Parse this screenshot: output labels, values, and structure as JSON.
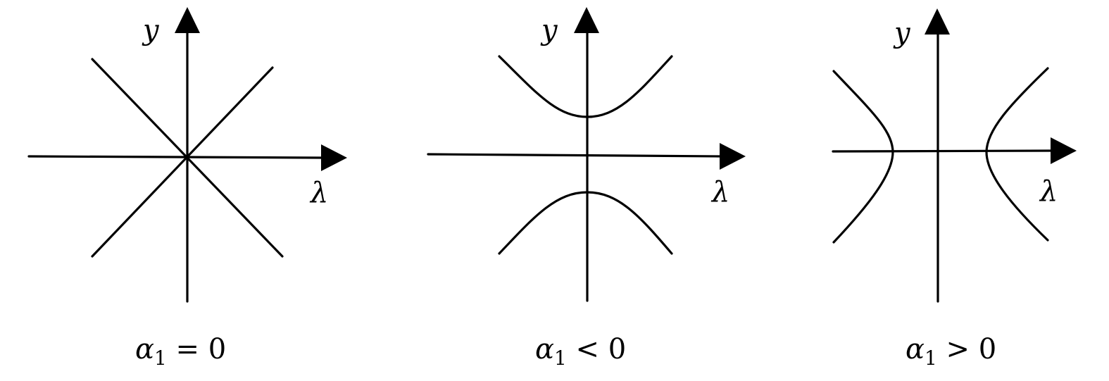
{
  "panels": [
    {
      "case": "alpha1-zero",
      "axis_labels": {
        "x": "λ",
        "y": "y"
      },
      "caption": {
        "symbol": "α",
        "subscript": "1",
        "relation": " = 0"
      }
    },
    {
      "case": "alpha1-negative",
      "axis_labels": {
        "x": "λ",
        "y": "y"
      },
      "caption": {
        "symbol": "α",
        "subscript": "1",
        "relation": " < 0"
      }
    },
    {
      "case": "alpha1-positive",
      "axis_labels": {
        "x": "λ",
        "y": "y"
      },
      "caption": {
        "symbol": "α",
        "subscript": "1",
        "relation": " > 0"
      }
    }
  ]
}
